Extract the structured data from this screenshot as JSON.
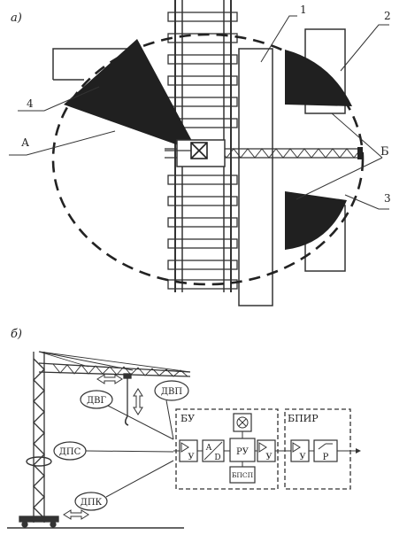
{
  "panel_a": {
    "label": "а)",
    "callouts": {
      "n1": "1",
      "n2": "2",
      "n3": "3",
      "n4": "4",
      "A": "А",
      "B": "Б"
    }
  },
  "panel_b": {
    "label": "б)",
    "sensors": {
      "dvg": "ДВГ",
      "dvp": "ДВП",
      "dps": "ДПС",
      "dpk": "ДПК"
    },
    "bu": {
      "title": "БУ",
      "amp_in": "У",
      "adc_top": "A",
      "adc_bottom": "D",
      "ru": "РУ",
      "bpsp": "БПСП",
      "amp_out": "У"
    },
    "bpir": {
      "title": "БПИР",
      "amp": "У",
      "relay": "Р"
    }
  }
}
